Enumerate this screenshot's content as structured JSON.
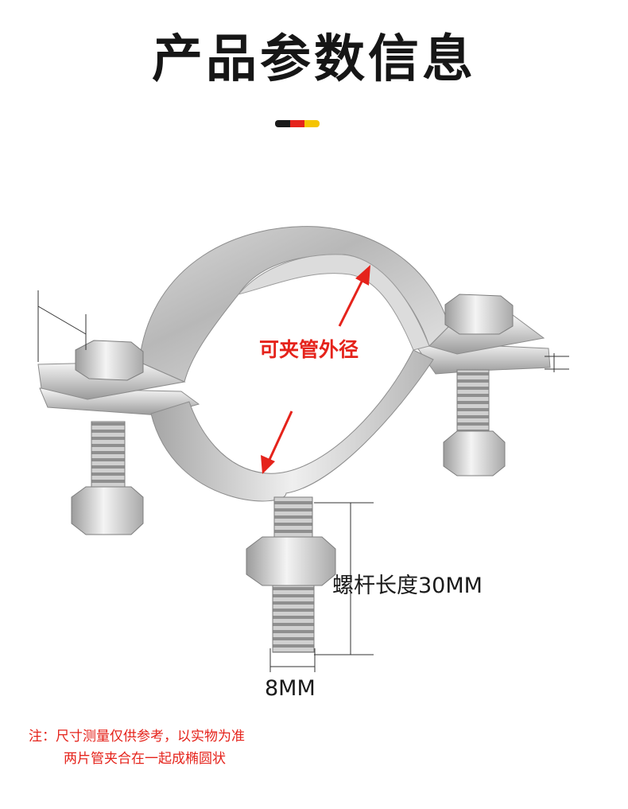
{
  "header": {
    "title": "产品参数信息",
    "accent_colors": [
      "#1a1a1a",
      "#e5231b",
      "#f5c400"
    ]
  },
  "product": {
    "material_colors": {
      "steel_light": "#f2f2f2",
      "steel_mid": "#bdbdbd",
      "steel_dark": "#8c8c8c",
      "arrow": "#e5231b"
    }
  },
  "annotations": {
    "inner_diameter_label": "可夹管外径",
    "rod_length_label": "螺杆长度30MM",
    "rod_diameter_label": "8MM"
  },
  "notes": {
    "line1": "注：尺寸测量仅供参考，以实物为准",
    "line2": "两片管夹合在一起成椭圆状"
  }
}
